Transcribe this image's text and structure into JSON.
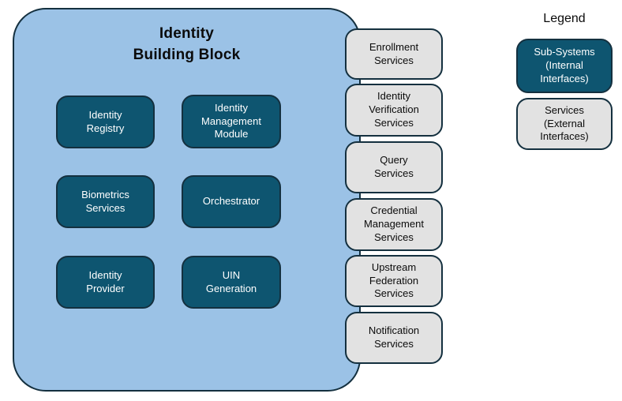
{
  "diagram": {
    "main_block": {
      "title": "Identity\nBuilding Block",
      "subsystems": [
        {
          "label": "Identity\nRegistry"
        },
        {
          "label": "Identity\nManagement\nModule"
        },
        {
          "label": "Biometrics\nServices"
        },
        {
          "label": "Orchestrator"
        },
        {
          "label": "Identity\nProvider"
        },
        {
          "label": "UIN\nGeneration"
        }
      ]
    },
    "services": [
      {
        "label": "Enrollment\nServices"
      },
      {
        "label": "Identity\nVerification\nServices"
      },
      {
        "label": "Query\nServices"
      },
      {
        "label": "Credential\nManagement\nServices"
      },
      {
        "label": "Upstream\nFederation\nServices"
      },
      {
        "label": "Notification\nServices"
      }
    ],
    "legend": {
      "title": "Legend",
      "items": [
        {
          "label": "Sub-Systems\n(Internal\nInterfaces)",
          "type": "subsystem"
        },
        {
          "label": "Services\n(External\nInterfaces)",
          "type": "service"
        }
      ]
    },
    "colors": {
      "container_fill": "#9BC2E6",
      "subsystem_fill": "#0E5570",
      "service_fill": "#E2E2E2",
      "border": "#14303F",
      "subsystem_text": "#FFFFFF",
      "service_text": "#0B0B0B"
    }
  }
}
